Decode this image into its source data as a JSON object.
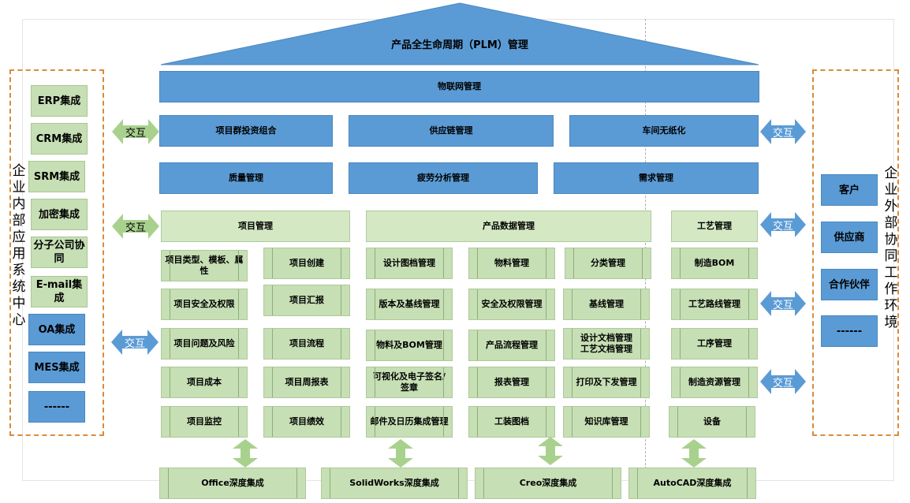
{
  "roof": {
    "title": "产品全生命周期（PLM）管理"
  },
  "iot": "物联网管理",
  "row1": [
    "项目群投资组合",
    "供应链管理",
    "车间无纸化"
  ],
  "row2": [
    "质量管理",
    "疲劳分析管理",
    "需求管理"
  ],
  "headers": {
    "project": "项目管理",
    "pdm": "产品数据管理",
    "process": "工艺管理"
  },
  "project_cells": [
    [
      "项目类型、模板、属性",
      "项目创建"
    ],
    [
      "项目安全及权限",
      "项目汇报"
    ],
    [
      "项目问题及风险",
      "项目流程"
    ],
    [
      "项目成本",
      "项目周报表"
    ],
    [
      "项目监控",
      "项目绩效"
    ]
  ],
  "pdm_cells": [
    [
      "设计图档管理",
      "物料管理",
      "分类管理"
    ],
    [
      "版本及基线管理",
      "安全及权限管理",
      "基线管理"
    ],
    [
      "物料及BOM管理",
      "产品流程管理",
      "设计文档管理\n工艺文档管理"
    ],
    [
      "可视化及电子签名/签章",
      "报表管理",
      "打印及下发管理"
    ],
    [
      "邮件及日历集成管理",
      "工装图档",
      "知识库管理"
    ]
  ],
  "process_cells": [
    "制造BOM",
    "工艺路线管理",
    "工序管理",
    "制造资源管理",
    "设备"
  ],
  "bottom": [
    "Office深度集成",
    "SolidWorks深度集成",
    "Creo深度集成",
    "AutoCAD深度集成"
  ],
  "left_panel": {
    "title": "企业内部应用系统中心",
    "items": [
      "ERP集成",
      "CRM集成",
      "SRM集成",
      "加密集成",
      "分子公司协同",
      "E-mail集成",
      "OA集成",
      "MES集成",
      "------"
    ]
  },
  "right_panel": {
    "title": "企业外部协同工作环境",
    "items": [
      "客户",
      "供应商",
      "合作伙伴",
      "------"
    ]
  },
  "arrow_label": "交互",
  "colors": {
    "blue": "#5b9bd5",
    "green": "#c6dfb4",
    "arrow_green": "#a9d18e",
    "arrow_blue": "#5b9bd5",
    "dash": "#d98b3c"
  }
}
